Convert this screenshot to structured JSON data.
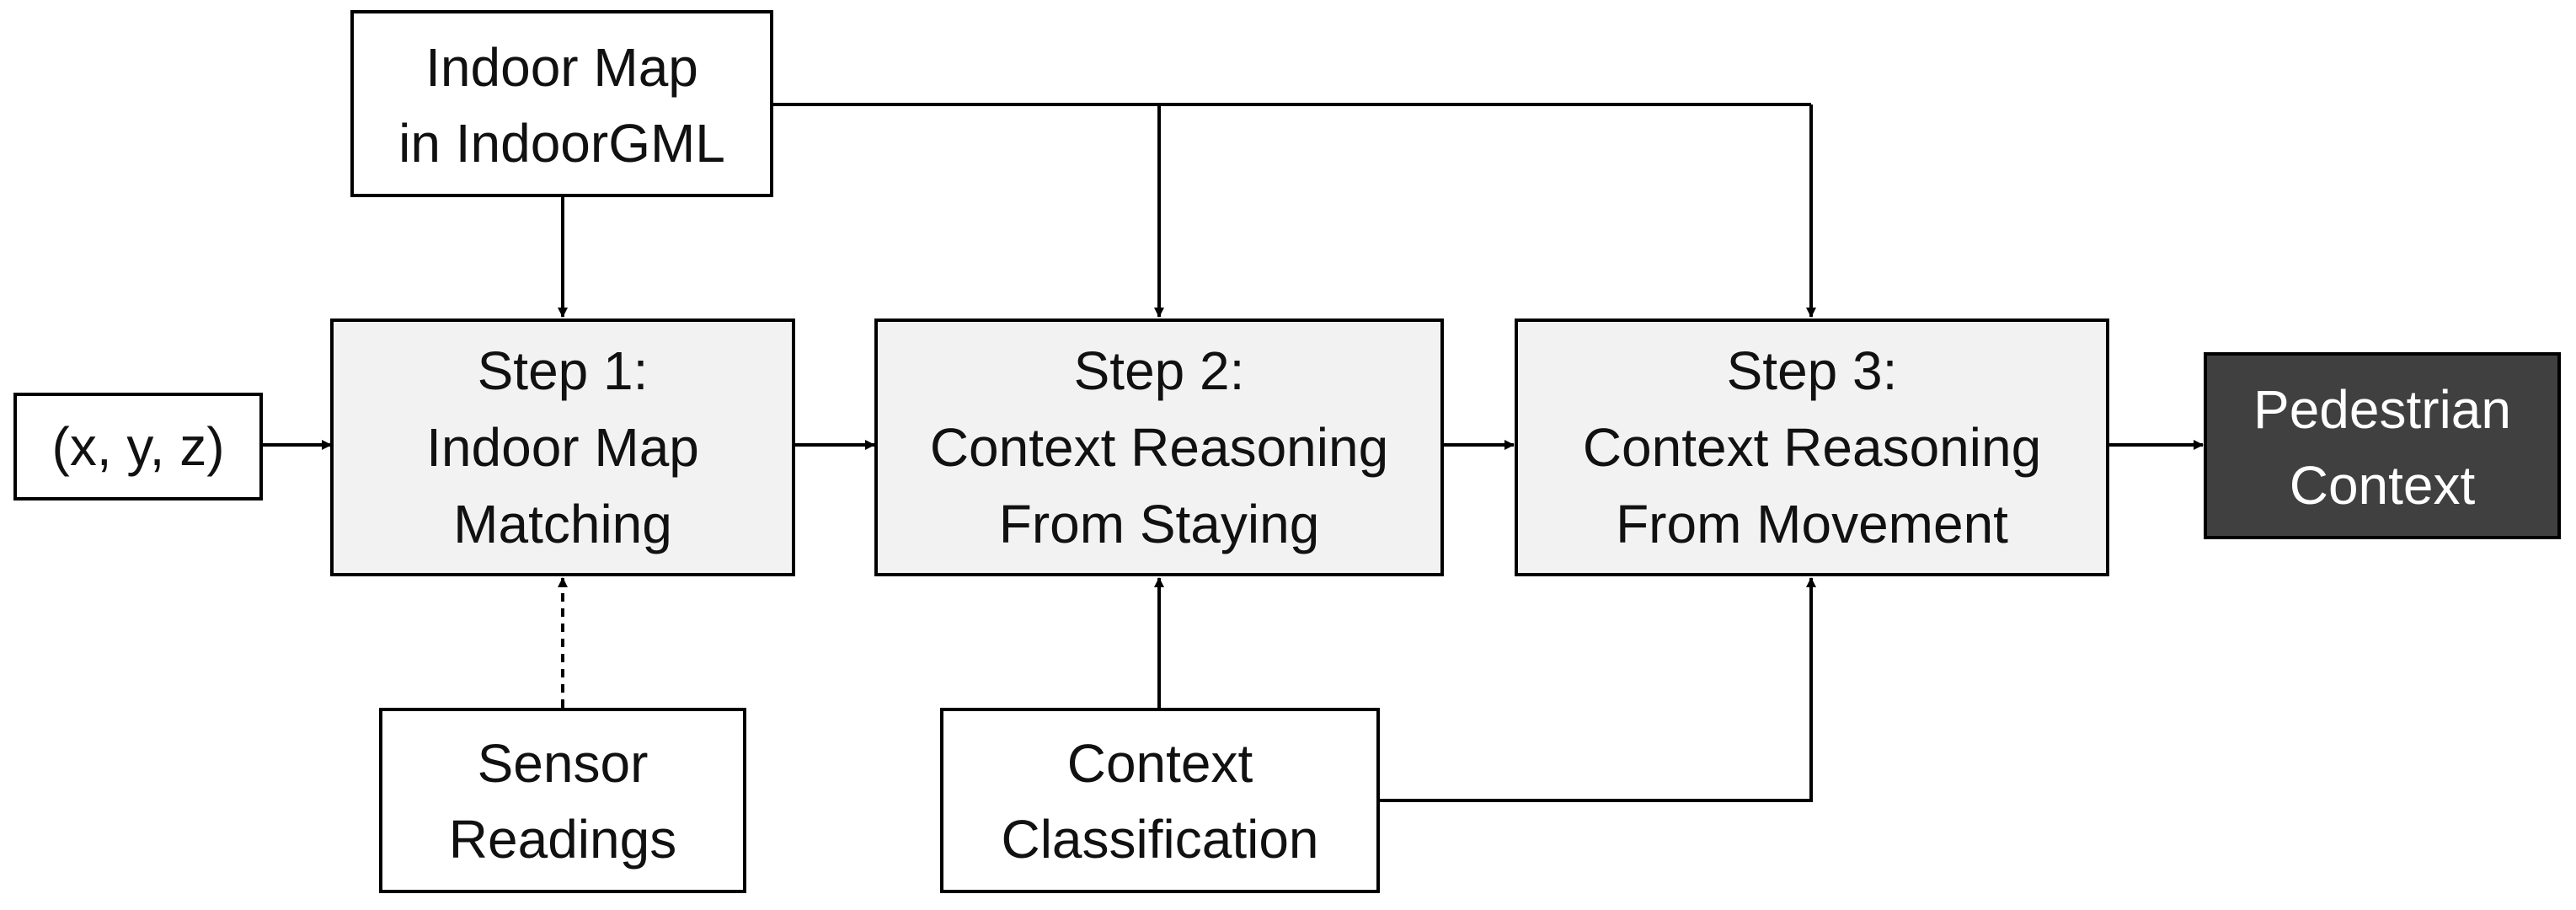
{
  "nodes": {
    "indoor_map": {
      "line1": "Indoor Map",
      "line2": "in IndoorGML"
    },
    "coords": {
      "line1": "(x, y, z)"
    },
    "step1": {
      "line1": "Step 1:",
      "line2": "Indoor Map",
      "line3": "Matching"
    },
    "step2": {
      "line1": "Step 2:",
      "line2": "Context Reasoning",
      "line3": "From Staying"
    },
    "step3": {
      "line1": "Step 3:",
      "line2": "Context Reasoning",
      "line3": "From Movement"
    },
    "pedestrian_context": {
      "line1": "Pedestrian",
      "line2": "Context"
    },
    "sensor_readings": {
      "line1": "Sensor",
      "line2": "Readings"
    },
    "context_classification": {
      "line1": "Context",
      "line2": "Classification"
    }
  },
  "colors": {
    "step_fill": "#f2f2f2",
    "output_fill": "#404040",
    "plain_fill": "#ffffff",
    "stroke": "#000000"
  }
}
